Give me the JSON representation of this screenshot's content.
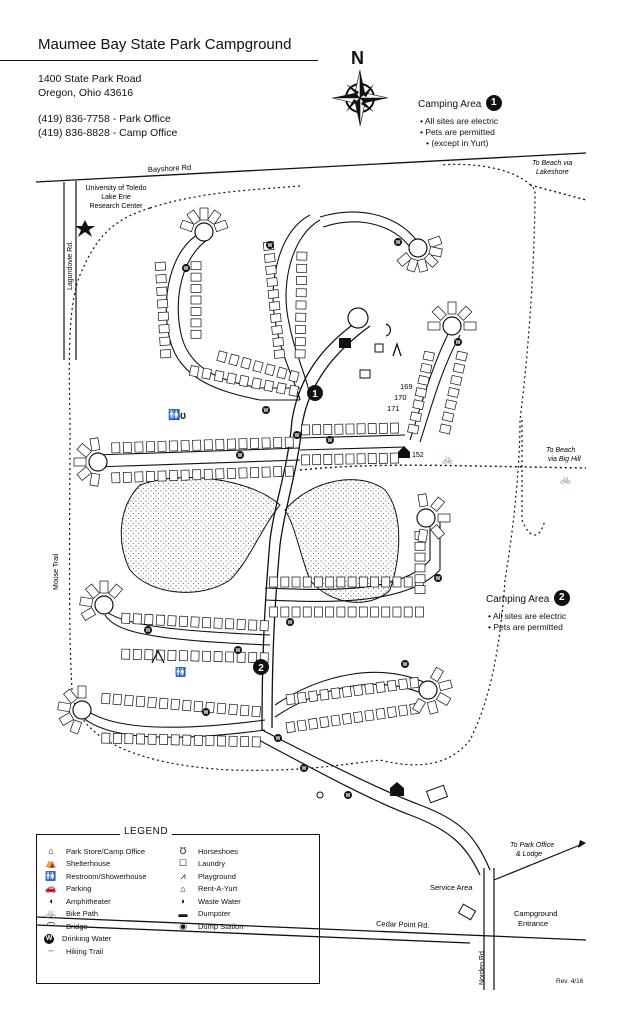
{
  "header": {
    "title": "Maumee Bay State Park Campground",
    "address": [
      "1400 State Park Road",
      "Oregon, Ohio 43616"
    ],
    "phones": [
      "(419) 836-7758 - Park Office",
      "(419) 836-8828 - Camp Office"
    ]
  },
  "compass": {
    "letter": "N"
  },
  "camping_area_1": {
    "label": "Camping Area",
    "number": "1",
    "bullets": [
      "All sites are electric",
      "Pets are permitted",
      "(except in Yurt)"
    ]
  },
  "camping_area_2": {
    "label": "Camping Area",
    "number": "2",
    "bullets": [
      "All sites are electric",
      "Pets are permitted"
    ]
  },
  "map": {
    "roads": {
      "bayshore": "Bayshore Rd",
      "lagundovie": "Lagundovie Rd.",
      "cedar_point": "Cedar Point Rd.",
      "norden": "Norden Rd."
    },
    "places": {
      "research_center": [
        "University of Toledo",
        "Lake Erie",
        "Research Center"
      ],
      "beach_lakeshore": [
        "To Beach via",
        "Lakeshore"
      ],
      "beach_big_hill": [
        "To Beach",
        "via Big Hill"
      ],
      "park_office": [
        "To Park Office",
        "& Lodge"
      ],
      "service_area": "Service Area",
      "campground_entrance": [
        "Campground",
        "Entrance"
      ],
      "mouse_trail": "Mouse Trail",
      "yurt_site": "152"
    },
    "area_markers": [
      "1",
      "2"
    ],
    "site_numbers_area1": [
      "169",
      "170",
      "171"
    ],
    "icon_names": [
      "park-store-icon",
      "shelterhouse-icon",
      "restroom-icon",
      "parking-icon",
      "amphitheater-icon",
      "bike-path-icon",
      "bridge-icon",
      "drinking-water-icon",
      "horseshoes-icon",
      "laundry-icon",
      "playground-icon",
      "rent-a-yurt-icon",
      "waste-water-icon",
      "dumpster-icon",
      "dump-station-icon"
    ]
  },
  "legend": {
    "title": "LEGEND",
    "left": [
      {
        "icon": "park-store-icon",
        "label": "Park Store/Camp Office"
      },
      {
        "icon": "shelterhouse-icon",
        "label": "Shelterhouse"
      },
      {
        "icon": "restroom-icon",
        "label": "Restroom/Showerhouse"
      },
      {
        "icon": "parking-icon",
        "label": "Parking"
      },
      {
        "icon": "amphitheater-icon",
        "label": "Amphitheater"
      },
      {
        "icon": "bike-path-icon",
        "label": "Bike Path"
      },
      {
        "icon": "bridge-icon",
        "label": "Bridge"
      },
      {
        "icon": "drinking-water-icon",
        "label": "Drinking Water"
      },
      {
        "icon": "hiking-trail-icon",
        "label": "Hiking Trail"
      }
    ],
    "right": [
      {
        "icon": "horseshoes-icon",
        "label": "Horseshoes"
      },
      {
        "icon": "laundry-icon",
        "label": "Laundry"
      },
      {
        "icon": "playground-icon",
        "label": "Playground"
      },
      {
        "icon": "rent-a-yurt-icon",
        "label": "Rent-A-Yurt"
      },
      {
        "icon": "waste-water-icon",
        "label": "Waste Water"
      },
      {
        "icon": "dumpster-icon",
        "label": "Dumpster"
      },
      {
        "icon": "dump-station-icon",
        "label": "Dump Station"
      }
    ]
  },
  "footer": {
    "revision": "Rev. 4/16"
  }
}
